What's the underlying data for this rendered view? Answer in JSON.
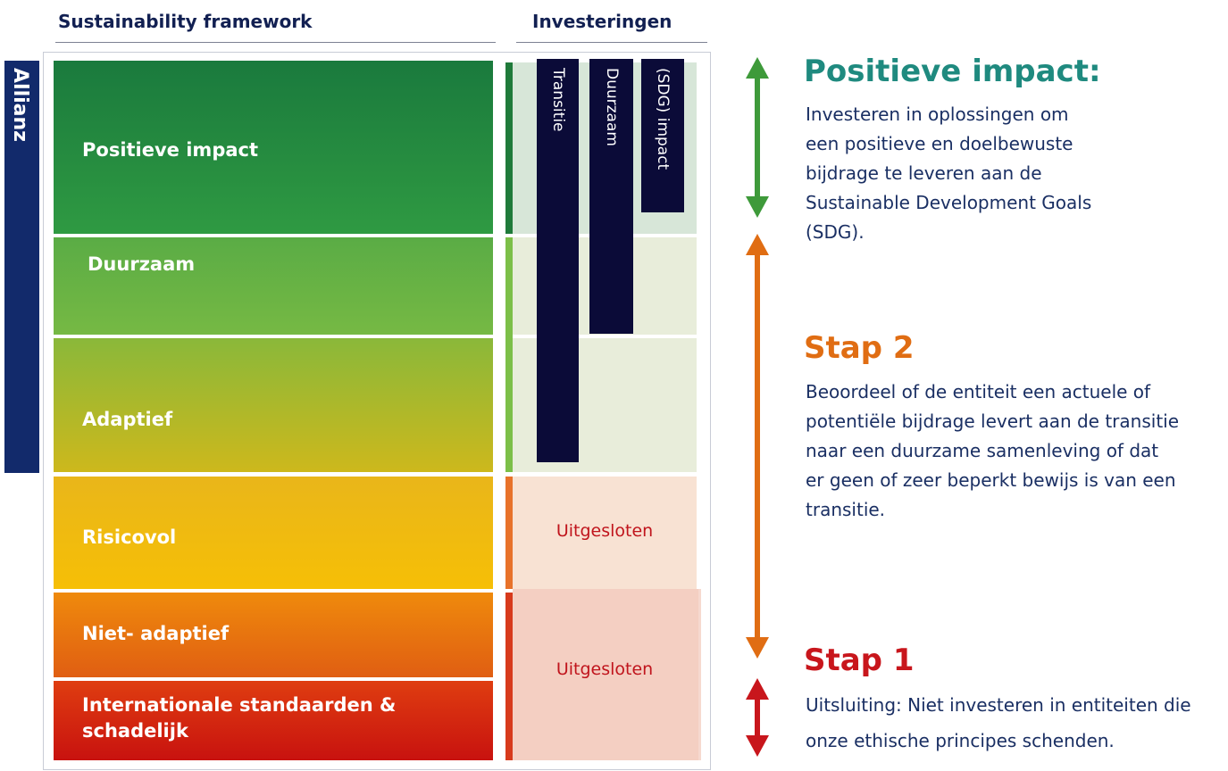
{
  "headers": {
    "framework": "Sustainability framework",
    "investments": "Investeringen"
  },
  "brand": "Allianz",
  "bands": [
    {
      "label": "Positieve impact"
    },
    {
      "label": "Duurzaam"
    },
    {
      "label": "Adaptief"
    },
    {
      "label": "Risicovol"
    },
    {
      "label": "Niet- adaptief"
    },
    {
      "label": "Internationale standaarden & schadelijk"
    }
  ],
  "bars": {
    "transitie": "Transitie",
    "duurzaam": "Duurzaam",
    "impact": "(SDG) impact"
  },
  "excluded": {
    "risk": "Uitgesloten",
    "harm": "Uitgesloten"
  },
  "sections": {
    "positive": {
      "title": "Positieve impact:",
      "text": "Investeren in oplossingen om een positieve en doelbewuste bijdrage te leveren aan de Sustainable Development Goals (SDG)."
    },
    "step2": {
      "title": "Stap 2",
      "text": "Beoordeel of de  entiteit een actuele of potentiële bijdrage levert aan de transitie naar een duurzame samenleving of dat er geen of zeer beperkt bewijs is van een transitie."
    },
    "step1": {
      "title": "Stap 1",
      "text": "Uitsluiting: Niet investeren in entiteiten die onze ethische principes schenden."
    }
  },
  "colors": {
    "green": "#3e9a3a",
    "orange": "#e06d13",
    "red": "#c8161c",
    "teal": "#1f8a7f",
    "navy": "#0b0b38"
  }
}
